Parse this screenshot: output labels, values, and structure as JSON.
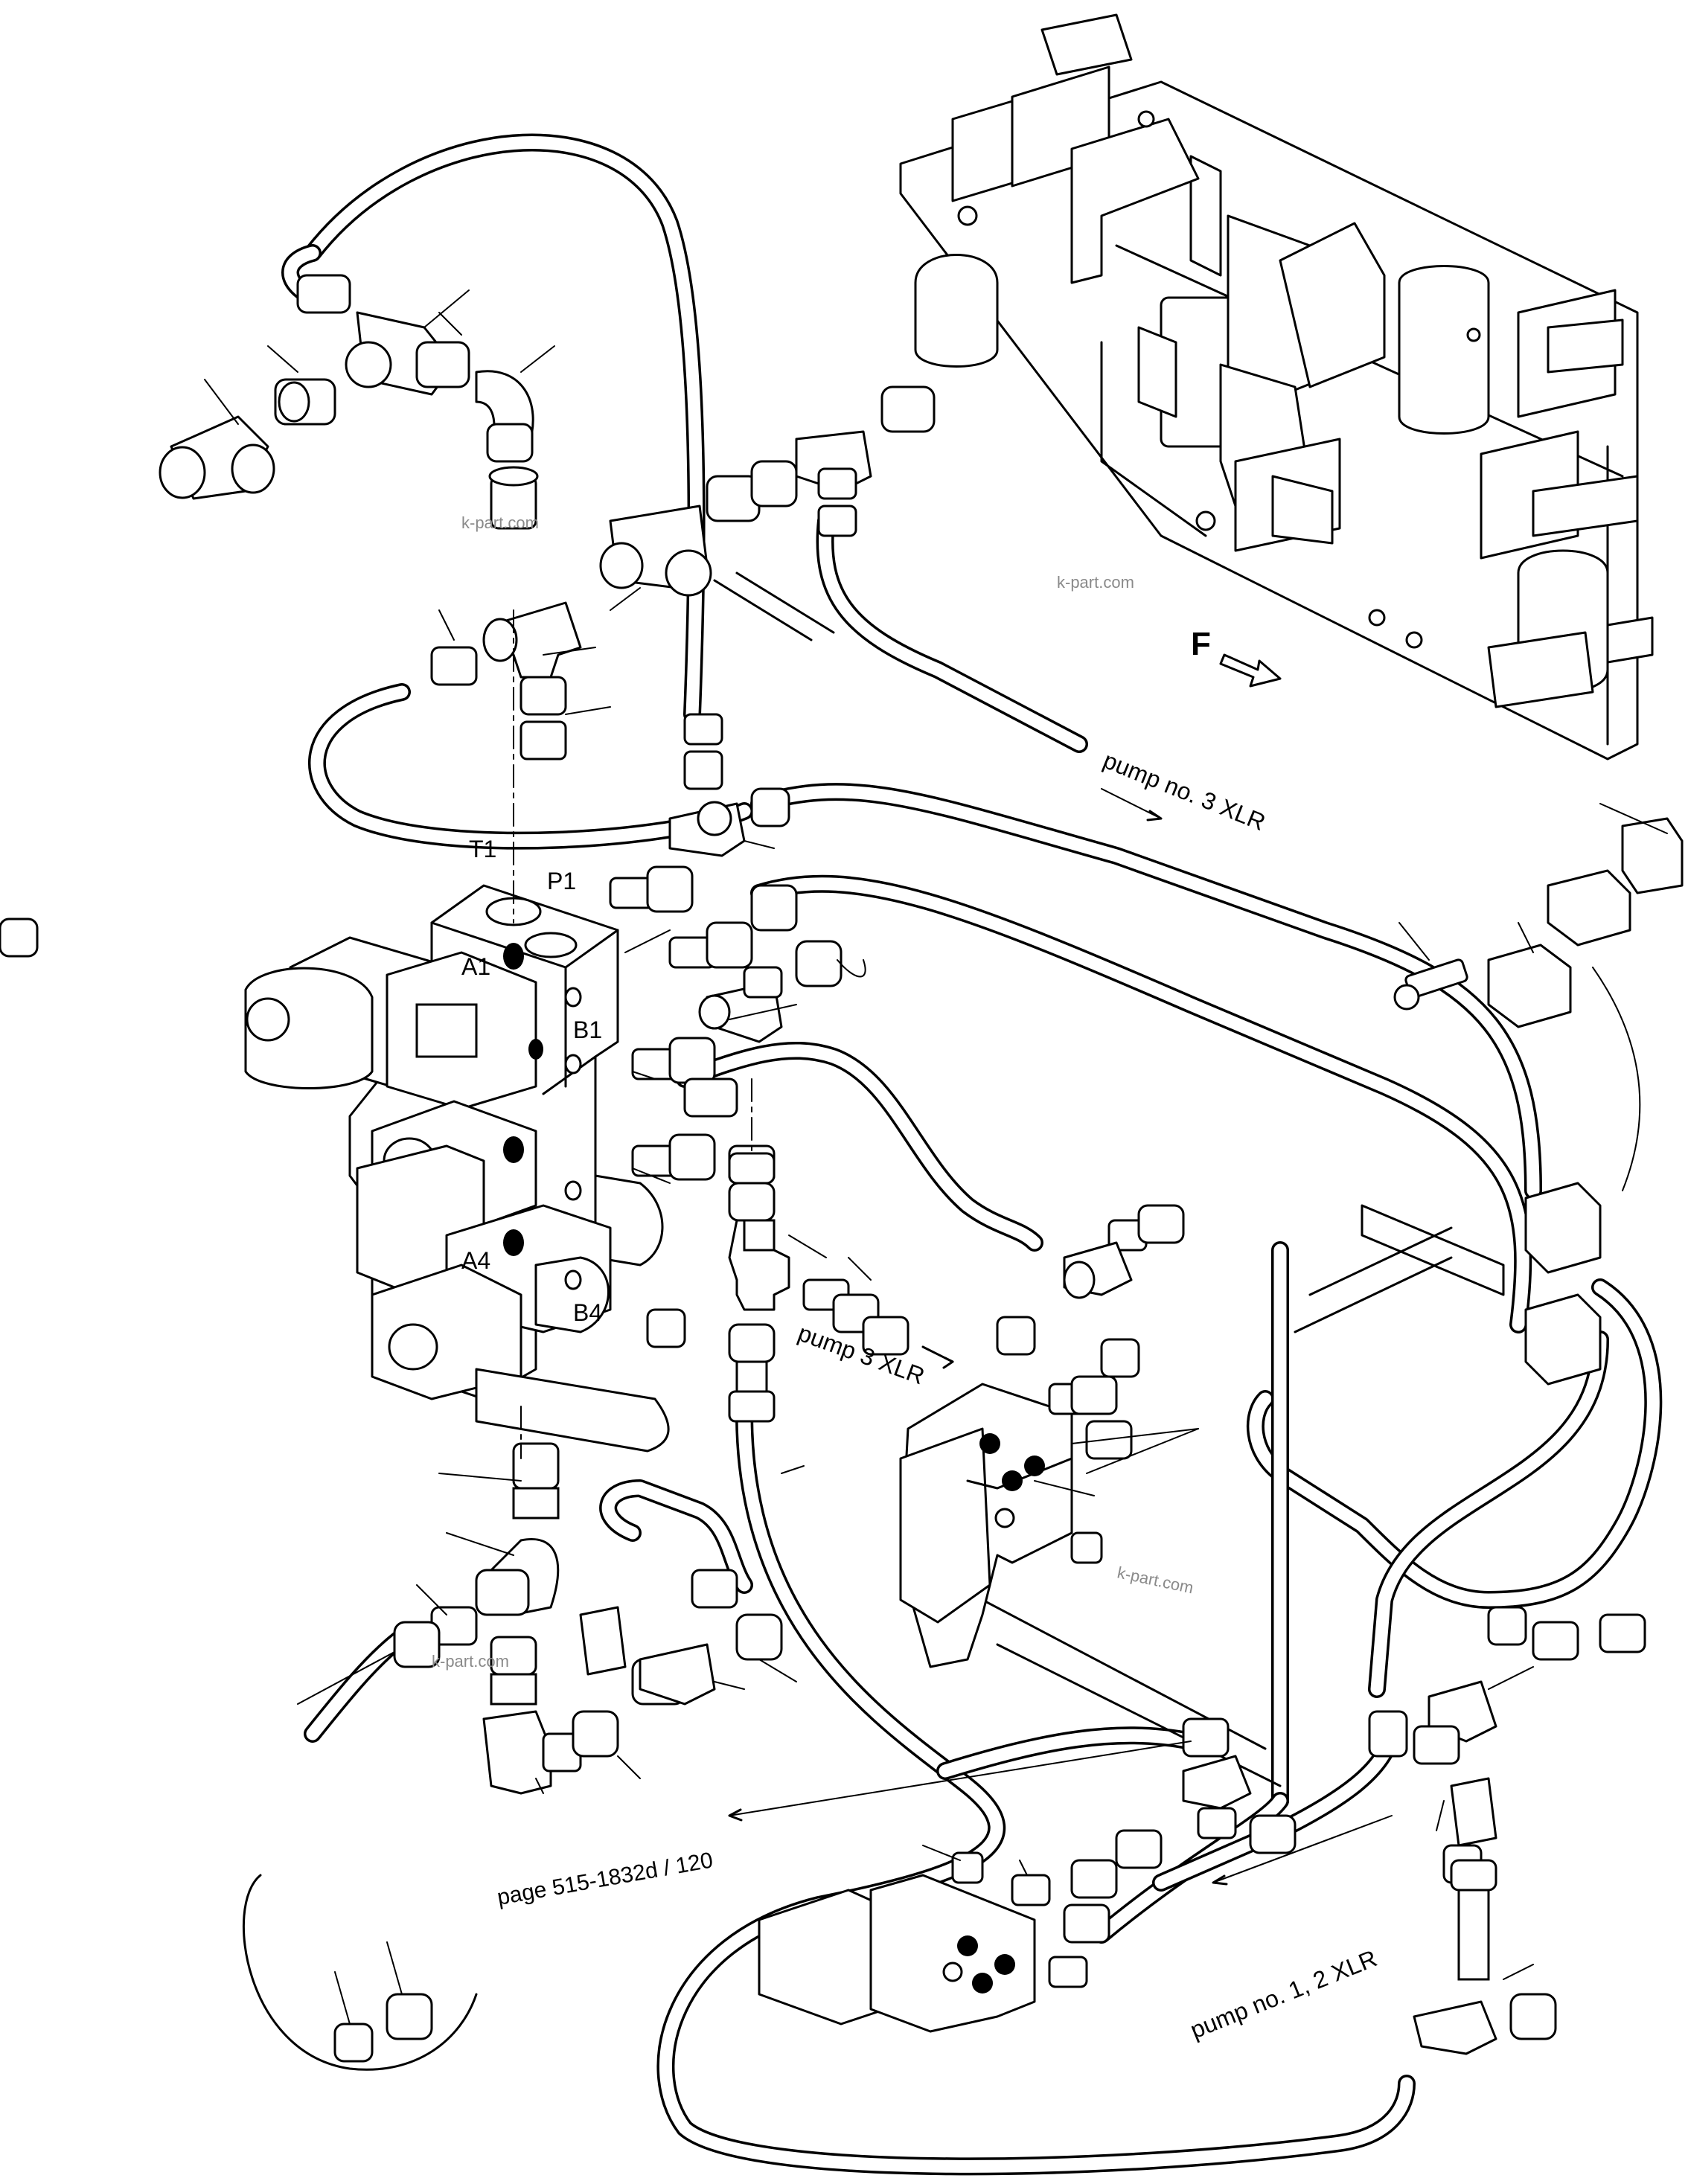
{
  "labels": {
    "port_t1": "T1",
    "port_p1": "P1",
    "port_a1": "A1",
    "port_b1": "B1",
    "port_a4": "A4",
    "port_b4": "B4",
    "direction": "F",
    "pump_no3": "pump no. 3 XLR",
    "pump3": "pump 3 XLR",
    "pump_no12": "pump no. 1, 2 XLR",
    "page_ref": "page 515-1832d / 120"
  },
  "watermarks": [
    "k-part.com",
    "k-part.com",
    "k-part.com",
    "k-part.com"
  ]
}
